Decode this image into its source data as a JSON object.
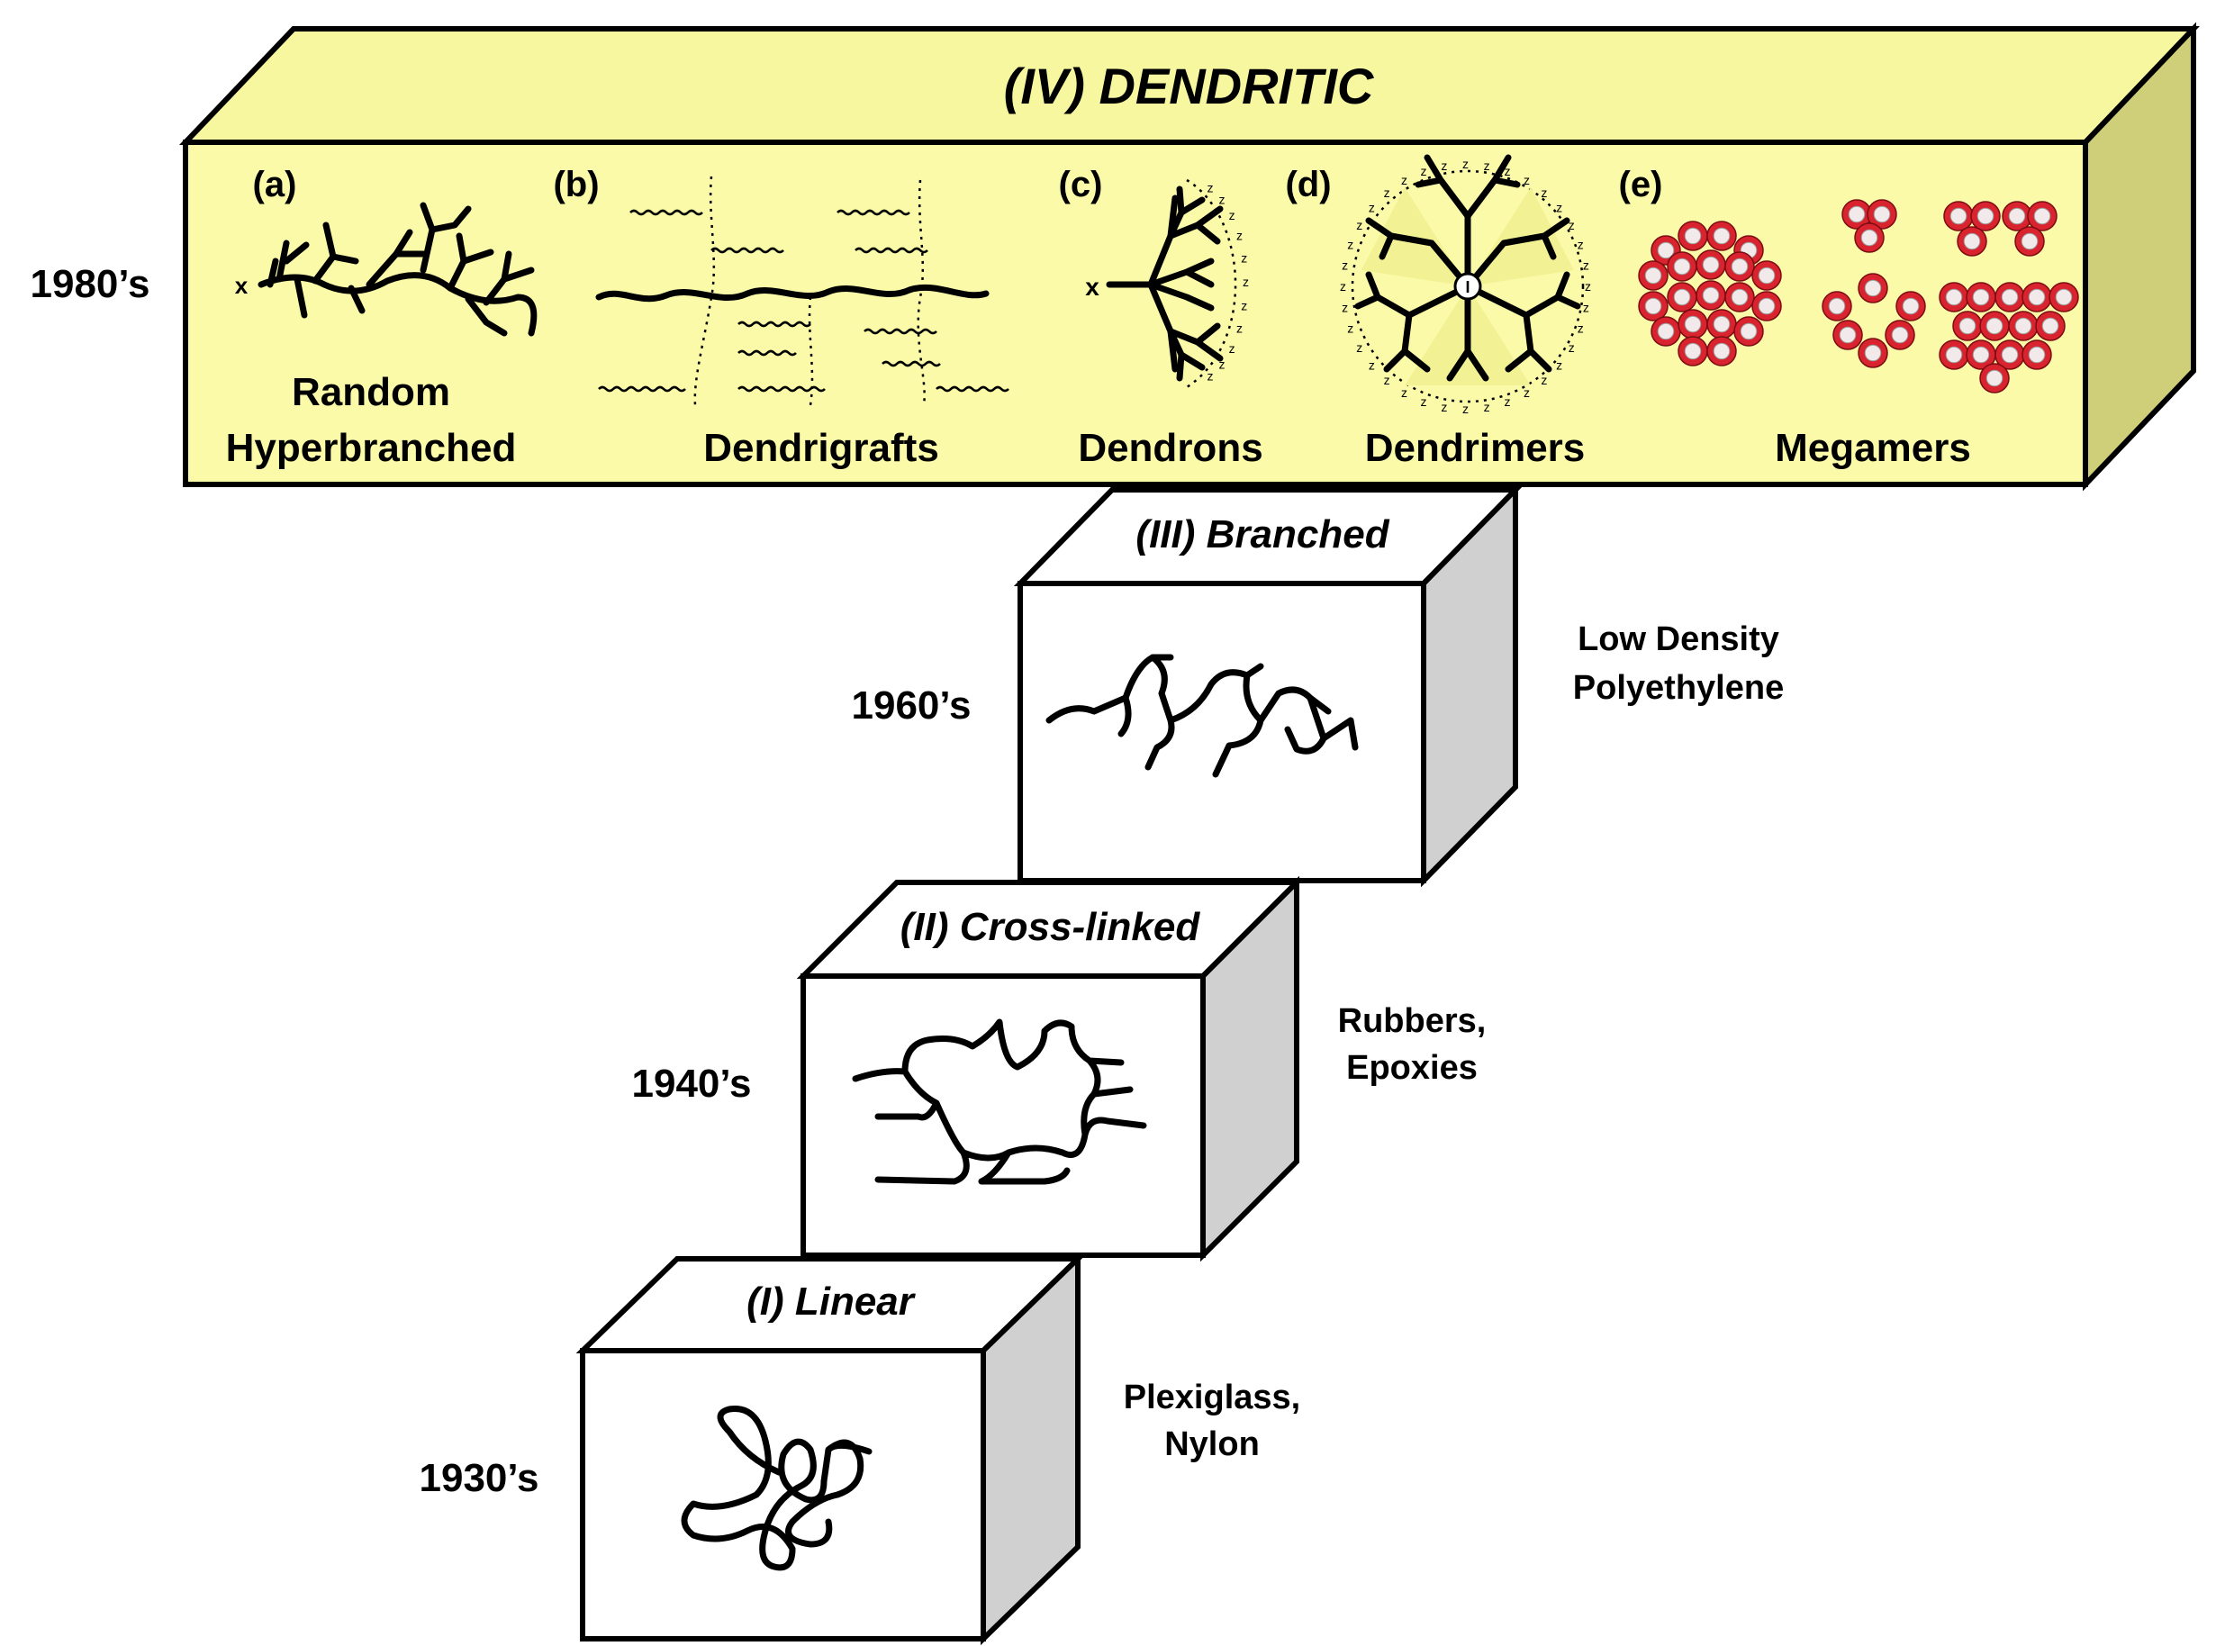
{
  "colors": {
    "dendritic_front": "#fafaa8",
    "dendritic_top": "#f7f7a0",
    "dendritic_side": "#cfcf7a",
    "box_front": "#ffffff",
    "box_side": "#d0d0d0",
    "megamer_red": "#d9232e"
  },
  "tiers": [
    {
      "title": "(I) Linear",
      "decade": "1930’s",
      "examples": [
        "Plexiglass,",
        "Nylon"
      ]
    },
    {
      "title": "(II) Cross-linked",
      "decade": "1940’s",
      "examples": [
        "Rubbers,",
        "Epoxies"
      ]
    },
    {
      "title": "(III) Branched",
      "decade": "1960’s",
      "examples": [
        "Low Density",
        "Polyethylene"
      ]
    }
  ],
  "dendritic": {
    "title": "(IV) DENDRITIC",
    "decade": "1980’s",
    "end_group_label": "x",
    "core_label": "I",
    "surface_label": "z",
    "subtypes": [
      {
        "letter": "(a)",
        "label_lines": [
          "Random",
          "Hyperbranched"
        ]
      },
      {
        "letter": "(b)",
        "label_lines": [
          "Dendrigrafts"
        ]
      },
      {
        "letter": "(c)",
        "label_lines": [
          "Dendrons"
        ]
      },
      {
        "letter": "(d)",
        "label_lines": [
          "Dendrimers"
        ]
      },
      {
        "letter": "(e)",
        "label_lines": [
          "Megamers"
        ]
      }
    ]
  }
}
